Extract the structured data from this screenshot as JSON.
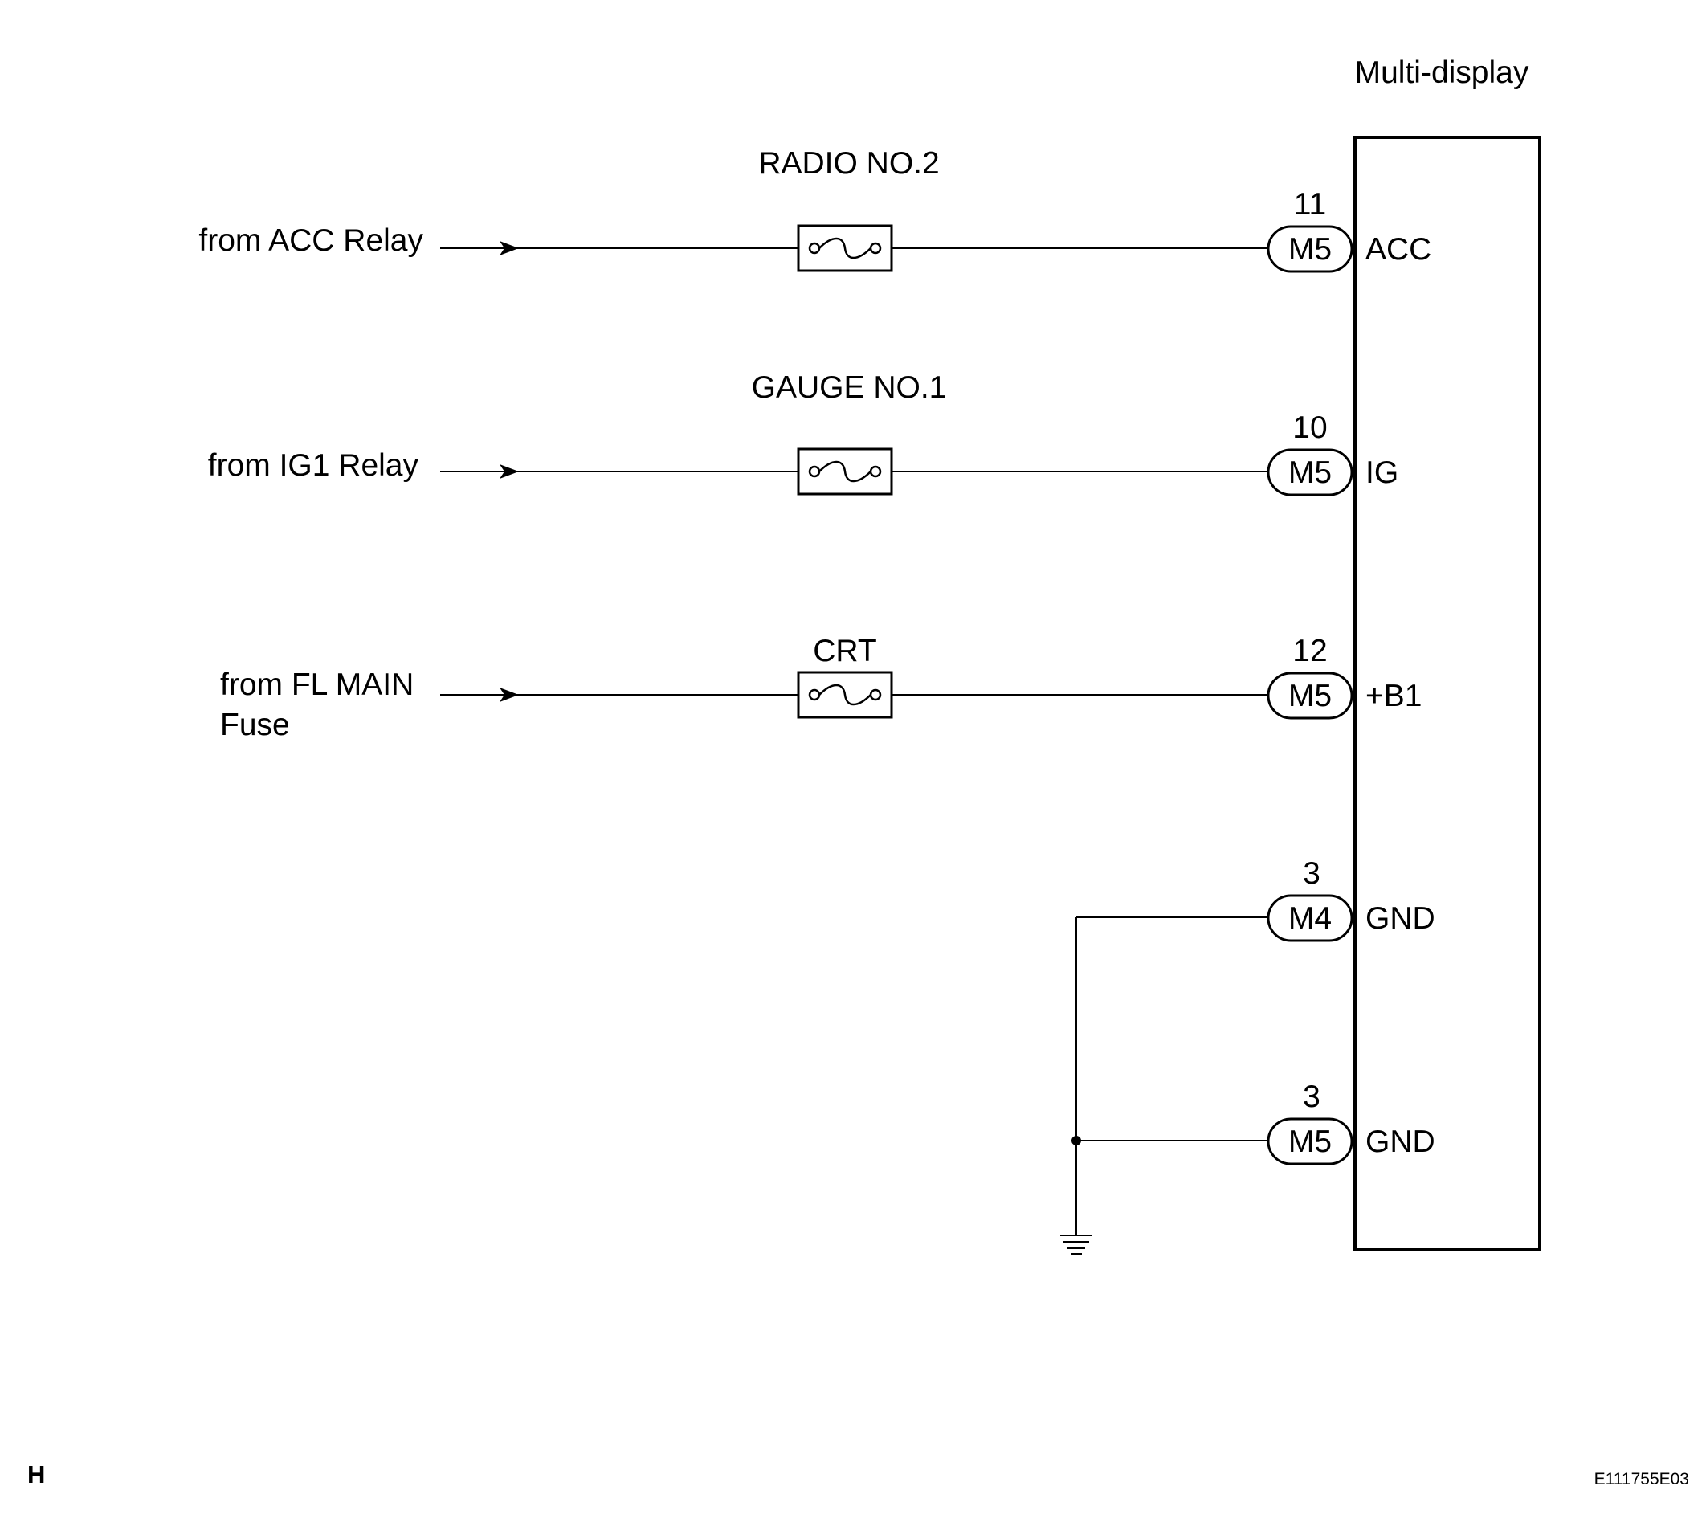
{
  "component": {
    "name": "Multi-display"
  },
  "circuits": [
    {
      "source": "from ACC Relay",
      "source_line2": "",
      "fuse": "RADIO NO.2",
      "pin": "11",
      "connector": "M5",
      "terminal": "ACC"
    },
    {
      "source": "from IG1 Relay",
      "source_line2": "",
      "fuse": "GAUGE NO.1",
      "pin": "10",
      "connector": "M5",
      "terminal": "IG"
    },
    {
      "source": "from FL MAIN",
      "source_line2": "Fuse",
      "fuse": "CRT",
      "pin": "12",
      "connector": "M5",
      "terminal": "+B1"
    }
  ],
  "grounds": [
    {
      "pin": "3",
      "connector": "M4",
      "terminal": "GND"
    },
    {
      "pin": "3",
      "connector": "M5",
      "terminal": "GND"
    }
  ],
  "footer": {
    "left_mark": "H",
    "figure_id": "E111755E03"
  }
}
